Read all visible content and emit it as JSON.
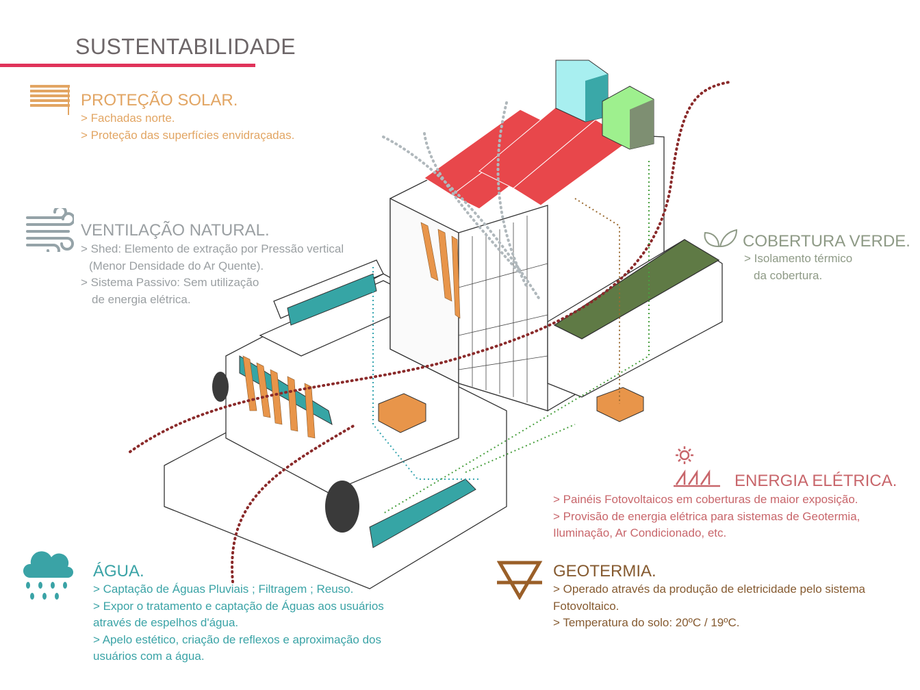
{
  "title": "SUSTENTABILIDADE",
  "colors": {
    "accent_rule": "#e0335a",
    "solar": "#e2a563",
    "ventilation": "#9a9fa2",
    "green_roof": "#8e9a86",
    "energy": "#c8666b",
    "geothermal": "#855a30",
    "water": "#3aa3a6"
  },
  "sections": {
    "solar": {
      "icon": "blinds-icon",
      "heading": "PROTEÇÃO SOLAR.",
      "lines": [
        "> Fachadas norte.",
        "> Proteção das superfícies envidraçadas."
      ]
    },
    "ventilation": {
      "icon": "wind-icon",
      "heading": "VENTILAÇÃO NATURAL.",
      "lines": [
        "> Shed: Elemento de extração por Pressão vertical",
        "(Menor Densidade do Ar Quente).",
        "> Sistema Passivo: Sem utilização",
        "de energia elétrica."
      ]
    },
    "green_roof": {
      "icon": "leaves-icon",
      "heading": "COBERTURA VERDE.",
      "lines": [
        "> Isolamento térmico",
        "da cobertura."
      ]
    },
    "energy": {
      "icon": "solar-panel-sun-icon",
      "heading": "ENERGIA ELÉTRICA.",
      "lines": [
        "> Painéis Fotovoltaicos em coberturas de maior exposição.",
        "> Provisão de energia elétrica para sistemas de Geotermia,",
        "Iluminação, Ar Condicionado, etc."
      ]
    },
    "geothermal": {
      "icon": "earth-triangle-icon",
      "heading": "GEOTERMIA.",
      "lines": [
        "> Operado através da produção de eletricidade pelo sistema",
        "Fotovoltaico.",
        "> Temperatura do solo: 20ºC / 19ºC."
      ]
    },
    "water": {
      "icon": "rain-cloud-icon",
      "heading": "ÁGUA.",
      "lines": [
        "> Captação de Águas Pluviais ; Filtragem ; Reuso.",
        "> Expor o tratamento e captação de Águas aos usuários",
        "através de espelhos d'água.",
        "> Apelo estético, criação de reflexos e aproximação dos",
        "usuários com a água."
      ]
    }
  }
}
